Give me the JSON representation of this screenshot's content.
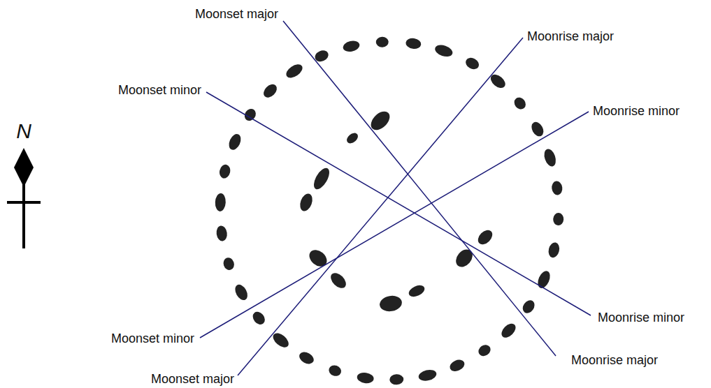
{
  "diagram": {
    "labels": [
      "Moonset major",
      "Moonrise major",
      "Moonset minor",
      "Moonrise minor",
      "Moonrise minor",
      "Moonset minor",
      "Moonrise major",
      "Moonset major",
      "N"
    ]
  }
}
